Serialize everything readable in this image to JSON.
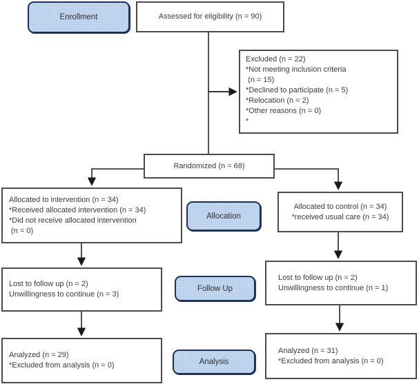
{
  "stages": {
    "enrollment": "Enrollment",
    "allocation": "Allocation",
    "follow_up": "Follow Up",
    "analysis": "Analysis"
  },
  "boxes": {
    "assessed": {
      "text": "Assessed for eligibility (n = 90)"
    },
    "excluded": {
      "lines": [
        "Excluded (n = 22)",
        "*Not meeting inclusion criteria",
        " (n = 15)",
        "*Declined to participate (n = 5)",
        "*Relocation (n = 2)",
        "*Other reasons (n = 0)",
        "*"
      ]
    },
    "randomized": {
      "text": "Randomized (n = 68)"
    },
    "allocated_intervention": {
      "lines": [
        "Allocated to intervention (n = 34)",
        "*Received allocated intervention (n = 34)",
        "*Did not receive allocated intervention",
        " (n = 0)"
      ]
    },
    "allocated_control": {
      "lines": [
        "Allocated to control (n = 34)",
        "*received usual care (n = 34)"
      ]
    },
    "followup_intervention": {
      "lines": [
        "Lost to follow up (n = 2)",
        "Unwillingness to continue (n = 3)"
      ]
    },
    "followup_control": {
      "lines": [
        "Lost to follow up (n = 2)",
        "Unwillingness to continue (n = 1)"
      ]
    },
    "analysis_intervention": {
      "lines": [
        "Analyzed (n = 29)",
        "*Excluded from analysis (n = 0)"
      ]
    },
    "analysis_control": {
      "lines": [
        "Analyzed (n = 31)",
        "*Excluded from analysis (n = 0)"
      ]
    }
  },
  "colors": {
    "stage_fill": "#c3d6ef",
    "stage_border": "#1c2f52",
    "box_border": "#4a4a4a",
    "connector": "#3d3d3d"
  }
}
